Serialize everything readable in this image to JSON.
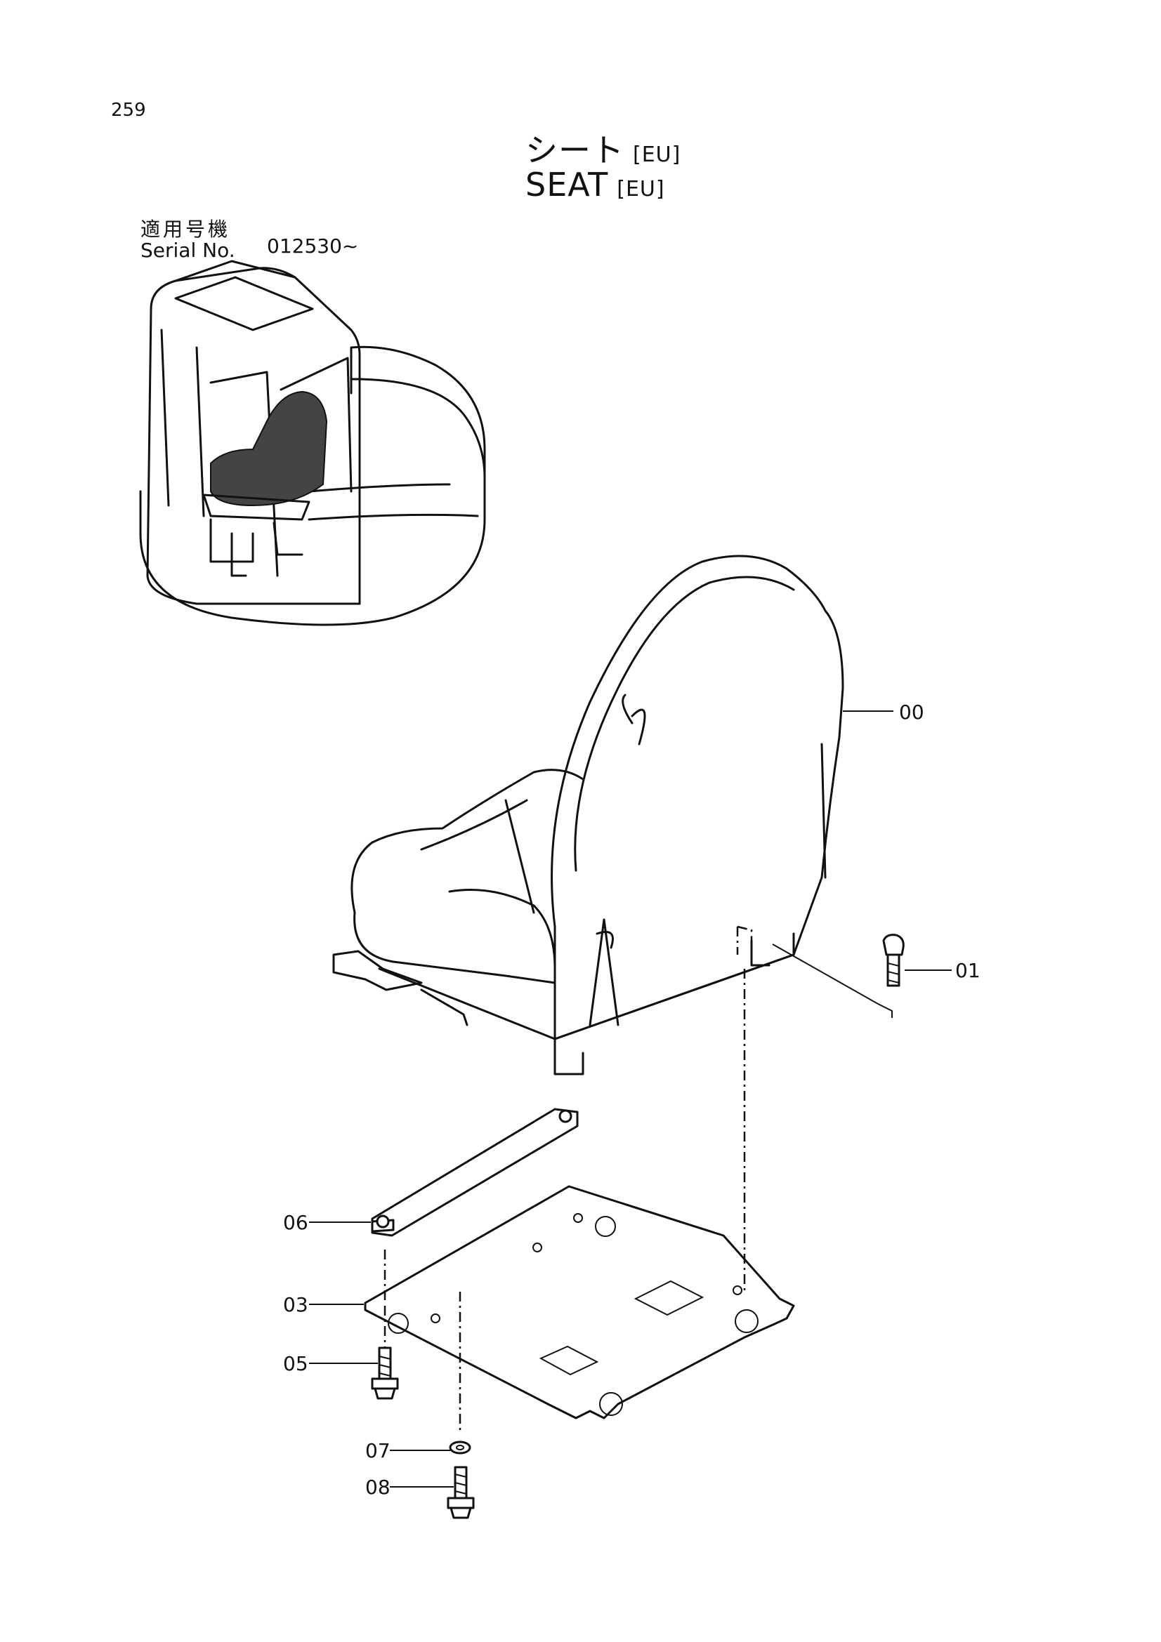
{
  "page": {
    "number": "259"
  },
  "title": {
    "japanese": "シート",
    "english": "SEAT",
    "region_tag": "[EU]"
  },
  "serial": {
    "label_japanese": "適用号機",
    "label_english": "Serial No.",
    "value": "012530~"
  },
  "callouts": [
    "00",
    "01",
    "06",
    "03",
    "05",
    "07",
    "08"
  ]
}
